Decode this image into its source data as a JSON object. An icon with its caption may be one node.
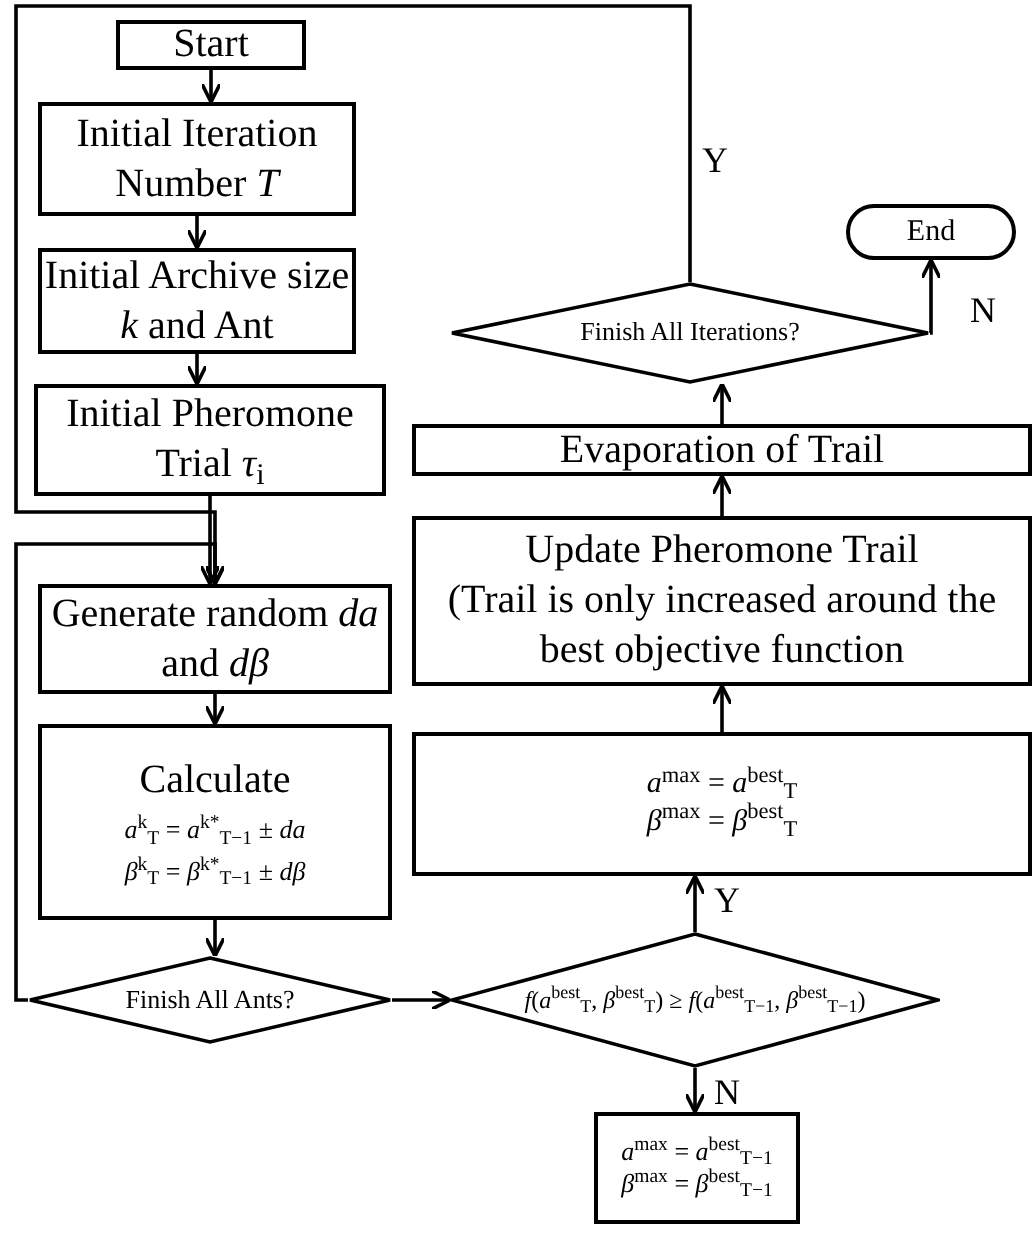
{
  "diagram": {
    "nodes": [
      {
        "text": [
          "Start"
        ]
      },
      {
        "text": [
          "Initial Iteration Number *T*"
        ]
      },
      {
        "text": [
          "Initial Archive size *k* and Ant"
        ]
      },
      {
        "text": [
          "Initial Pheromone Trial *τ*$_{i}$"
        ]
      },
      {
        "text": [
          "Generate random *da* and *dβ*"
        ]
      },
      {
        "text": [
          "Calculate",
          "*a*$^{k}$$_{T}$ = *a*$^{k*}$$_{T−1}$ ± *da*",
          "*β*$^{k}$$_{T}$ = *β*$^{k*}$$_{T−1}$ ± *dβ*"
        ]
      },
      {
        "text": [
          "Finish All Ants?"
        ]
      },
      {
        "text": [
          "*f*(*a*$^{best}$$_{T}$, *β*$^{best}$$_{T}$) ≥ *f*(*a*$^{best}$$_{T−1}$, *β*$^{best}$$_{T−1}$)"
        ]
      },
      {
        "text": [
          "*a*$^{max}$ = *a*$^{best}$$_{T}$",
          "*β*$^{max}$ = *β*$^{best}$$_{T}$"
        ]
      },
      {
        "text": [
          "*a*$^{max}$ = *a*$^{best}$$_{T−1}$",
          "*β*$^{max}$ = *β*$^{best}$$_{T−1}$"
        ]
      },
      {
        "text": [
          "Update Pheromone Trail",
          "(Trail is only increased around the best objective function"
        ]
      },
      {
        "text": [
          "Evaporation of Trail"
        ]
      },
      {
        "text": [
          "Finish All Iterations?"
        ]
      },
      {
        "text": [
          "End"
        ]
      }
    ],
    "edges": [
      {
        "from": 0,
        "to": 1,
        "arrow": "to"
      },
      {
        "from": 1,
        "to": 2,
        "arrow": "to"
      },
      {
        "from": 2,
        "to": 3,
        "arrow": "to"
      },
      {
        "from": 3,
        "to": 4,
        "arrow": "to"
      },
      {
        "from": 4,
        "to": 5,
        "arrow": "to"
      },
      {
        "from": 5,
        "to": 6,
        "arrow": "to"
      },
      {
        "from": 6,
        "to": 4,
        "arrow": "to"
      },
      {
        "from": 6,
        "to": 7,
        "arrow": "to"
      },
      {
        "from": 7,
        "to": 8,
        "arrow": "to",
        "label": "Y"
      },
      {
        "from": 7,
        "to": 9,
        "arrow": "to",
        "label": "N"
      },
      {
        "from": 8,
        "to": 10,
        "arrow": "to"
      },
      {
        "from": 10,
        "to": 11,
        "arrow": "to"
      },
      {
        "from": 11,
        "to": 12,
        "arrow": "to"
      },
      {
        "from": 12,
        "to": 13,
        "arrow": "to",
        "label": "N"
      },
      {
        "from": 12,
        "to": 4,
        "arrow": "to",
        "label": "Y"
      }
    ]
  }
}
